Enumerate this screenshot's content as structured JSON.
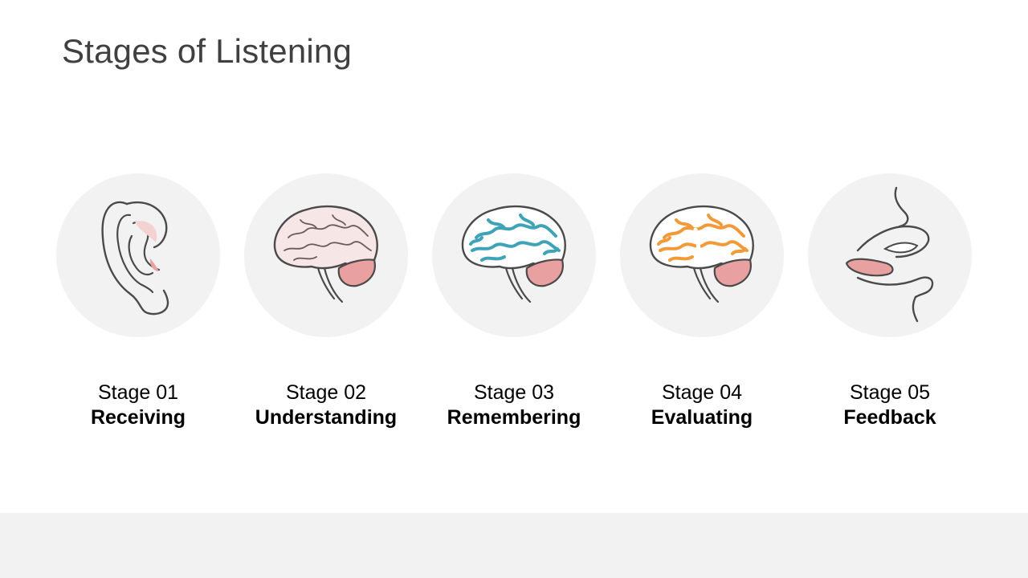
{
  "title": "Stages of Listening",
  "colors": {
    "circle": "#f2f2f2",
    "outline": "#4a4a4a",
    "pink": "#e8a0a0",
    "teal": "#3fa3b8",
    "orange": "#f29a3a",
    "footer": "#f2f2f2"
  },
  "stages": [
    {
      "number": "Stage 01",
      "name": "Receiving",
      "icon": "ear-icon"
    },
    {
      "number": "Stage 02",
      "name": "Understanding",
      "icon": "brain-icon"
    },
    {
      "number": "Stage 03",
      "name": "Remembering",
      "icon": "brain-teal-icon"
    },
    {
      "number": "Stage 04",
      "name": "Evaluating",
      "icon": "brain-orange-icon"
    },
    {
      "number": "Stage 05",
      "name": "Feedback",
      "icon": "mouth-icon"
    }
  ]
}
